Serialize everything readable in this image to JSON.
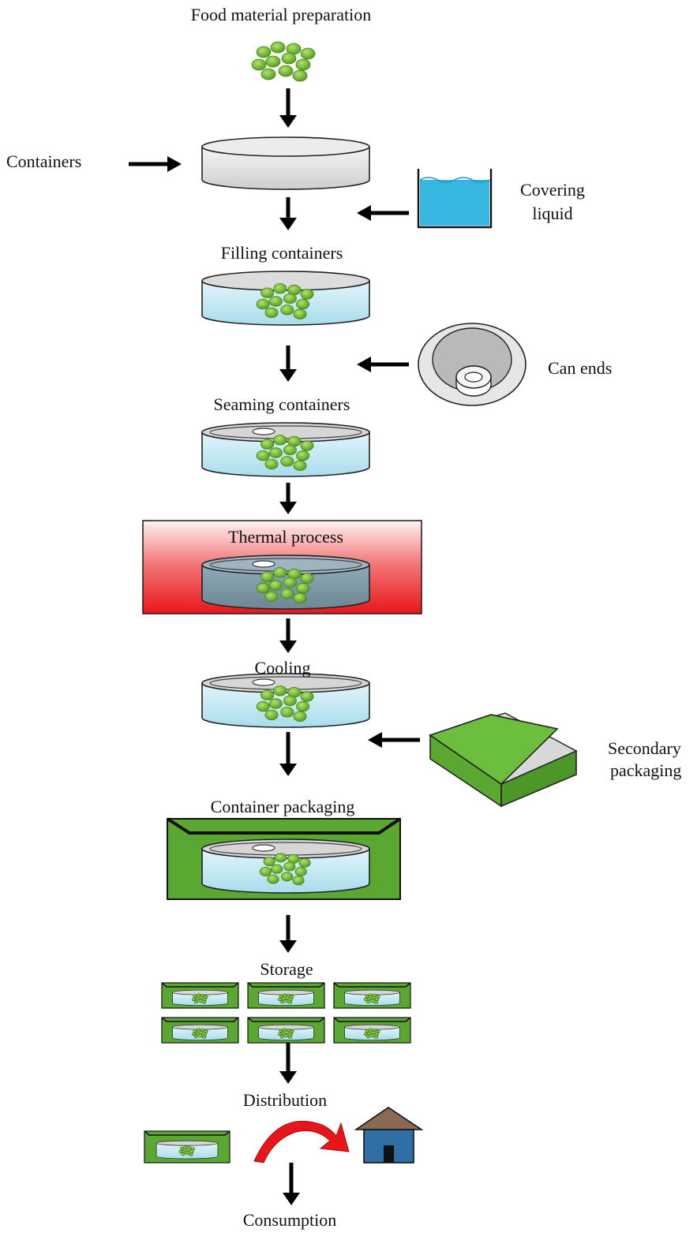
{
  "steps": {
    "food_prep": "Food material preparation",
    "containers": "Containers",
    "covering_liquid_line1": "Covering",
    "covering_liquid_line2": "liquid",
    "filling": "Filling containers",
    "can_ends": "Can ends",
    "seaming": "Seaming containers",
    "thermal": "Thermal process",
    "cooling": "Cooling",
    "secondary_line1": "Secondary",
    "secondary_line2": "packaging",
    "container_packaging": "Container packaging",
    "storage": "Storage",
    "distribution": "Distribution",
    "consumption": "Consumption"
  },
  "colors": {
    "pea_green": "#6fbf2e",
    "liquid_blue": "#bfe6f2",
    "covering_liquid": "#35b7e0",
    "box_green": "#5aa832",
    "thermal_red": "#e8161a",
    "house_roof": "#8a6a55",
    "house_wall": "#2f6fa6",
    "distribution_arrow": "#e8161a",
    "arrow_black": "#000000"
  }
}
